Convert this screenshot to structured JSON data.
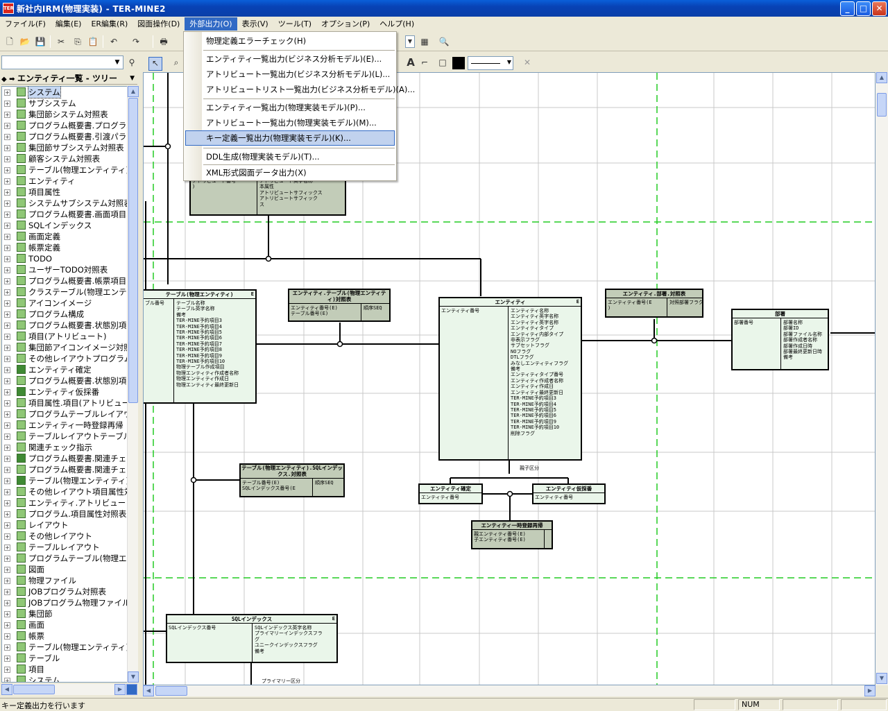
{
  "window": {
    "title": "新社内IRM(物理実装) - TER-MINE2",
    "icon_label": "TER",
    "min": "_",
    "max": "□",
    "close": "✕"
  },
  "menubar": [
    {
      "label": "ファイル(F)"
    },
    {
      "label": "編集(E)"
    },
    {
      "label": "ER編集(R)"
    },
    {
      "label": "図面操作(D)"
    },
    {
      "label": "外部出力(O)"
    },
    {
      "label": "表示(V)"
    },
    {
      "label": "ツール(T)"
    },
    {
      "label": "オプション(P)"
    },
    {
      "label": "ヘルプ(H)"
    }
  ],
  "dropdown": {
    "items": [
      "物理定義エラーチェック(H)",
      "エンティティ一覧出力(ビジネス分析モデル)(E)...",
      "アトリビュート一覧出力(ビジネス分析モデル)(L)...",
      "アトリビュートリスト一覧出力(ビジネス分析モデル)(A)...",
      "エンティティ一覧出力(物理実装モデル)(P)...",
      "アトリビュート一覧出力(物理実装モデル)(M)...",
      "キー定義一覧出力(物理実装モデル)(K)...",
      "DDL生成(物理実装モデル)(T)...",
      "XML形式図面データ出力(X)"
    ]
  },
  "tree": {
    "header": "エンティティ一覧 - ツリー",
    "items": [
      "システム",
      "サブシステム",
      "集団節システム対照表",
      "プログラム概要書.プログラムアク",
      "プログラム概要書.引渡パラメー",
      "集団節サブシステム対照表",
      "顧客システム対照表",
      "テーブル(物理エンティティ)",
      "エンティティ",
      "項目属性",
      "システムサブシステム対照表",
      "プログラム概要書.画面項目表",
      "SQLインデックス",
      "画面定義",
      "帳票定義",
      "TODO",
      "ユーザーTODO対照表",
      "プログラム概要書.帳票項目印",
      "クラステーブル(物理エンティティ",
      "アイコンイメージ",
      "プログラム構成",
      "プログラム概要書.状態別項目",
      "項目(アトリビュート)",
      "集団節アイコンイメージ対照表",
      "その他レイアウトプログラム対照",
      "エンティティ確定",
      "プログラム概要書.状態別項目",
      "エンティティ仮採番",
      "項目属性.項目(アトリビュート)",
      "プログラムテーブルレイアウト対",
      "エンティティ一時登録再帰",
      "テーブルレイアウトテーブル(物",
      "関連チェック指示",
      "プログラム概要書.関連チェック対",
      "プログラム概要書.関連チェック対",
      "テーブル(物理エンティティ)項目",
      "その他レイアウト項目属性対照",
      "エンティティ.アトリビュート対照表",
      "プログラム.項目属性対照表",
      "レイアウト",
      "その他レイアウト",
      "テーブルレイアウト",
      "プログラムテーブル(物理エンテ",
      "図面",
      "物理ファイル",
      "JOBプログラム対照表",
      "JOBプログラム物理ファイル対",
      "集団節",
      "画面",
      "帳票",
      "テーブル(物理エンティティ)SQL",
      "テーブル",
      "項目",
      "システム"
    ]
  },
  "entities": {
    "ent_partial": {
      "attrs": "アトリビュート英字名称\n本属性\nアトリビュートサフィックス\nアトリビュートサフィック\nス",
      "pk": "アトリビュート番号\n)"
    },
    "table": {
      "title": "テーブル(物理エンティティ)",
      "pk": "ブル番号",
      "attrs": "テーブル名称\nテーブル英字名称\n備考\nTER-MINE予約項目3\nTER-MINE予約項目4\nTER-MINE予約項目5\nTER-MINE予約項目6\nTER-MINE予約項目7\nTER-MINE予約項目8\nTER-MINE予約項目9\nTER-MINE予約項目10\n物理テーブル作成項目\n物理エンティティ作成者名称\n物理エンティティ作成日\n物理エンティティ最終更新日"
    },
    "ent_tbl_map": {
      "title": "エンティティ.テーブル(物理エンティティ)対照表",
      "pk": "エンティティ番号(E)\nテーブル番号(E)",
      "attrs": "順序SEQ"
    },
    "entity": {
      "title": "エンティティ",
      "pk": "エンティティ番号",
      "attrs": "エンティティ名称\nエンティティ英字名称\nエンティティ英字名称\nエンティティタイプ\nエンティティ内部タイプ\n非表示フラグ\nサブセットフラグ\nNOフラグ\nDTLフラグ\nみなしエンティティフラグ\n備考\nエンティティタイプ番号\nエンティティ作成者名称\nエンティティ作成日\nエンティティ最終更新日\nTER-MINE予約項目3\nTER-MINE予約項目4\nTER-MINE予約項目5\nTER-MINE予約項目6\nTER-MINE予約項目9\nTER-MINE予約項目10\n削除フラグ"
    },
    "ent_dept": {
      "title": "エンティティ.部署.対照表",
      "pk": "エンティティ番号(E\n)",
      "attrs": "対照部署フラグ"
    },
    "dept": {
      "title": "部署",
      "pk": "部署番号",
      "attrs": "部署名称\n部署ID\n部署ファイル名称\n部署作成者名称\n部署作成日時\n部署最終更新日時\n備考"
    },
    "tbl_sql": {
      "title": "テーブル(物理エンティティ).SQLインデックス.対照表",
      "pk": "テーブル番号(E)\nSQLインデックス番号(E",
      "attrs": "順序SEQ"
    },
    "ent_confirm": {
      "title": "エンティティ確定",
      "pk": "エンティティ番号"
    },
    "ent_temp": {
      "title": "エンティティ仮採番",
      "pk": "エンティティ番号"
    },
    "ent_once": {
      "title": "エンティティ一時登録再帰",
      "pk": "親エンティティ番号(E)\n子エンティティ番号(E)"
    },
    "sql": {
      "title": "SQLインデックス",
      "pk": "SQLインデックス番号",
      "attrs": "SQLインデックス英字名称\nプライマリーインデックスフラ\nグ\nユニークインデックスフラグ\n備考"
    },
    "rel_label_1": "親子区分",
    "rel_label_2": "プライマリー区分",
    "e_mark": "E"
  },
  "statusbar": {
    "message": "キー定義出力を行います",
    "num": "NUM"
  }
}
